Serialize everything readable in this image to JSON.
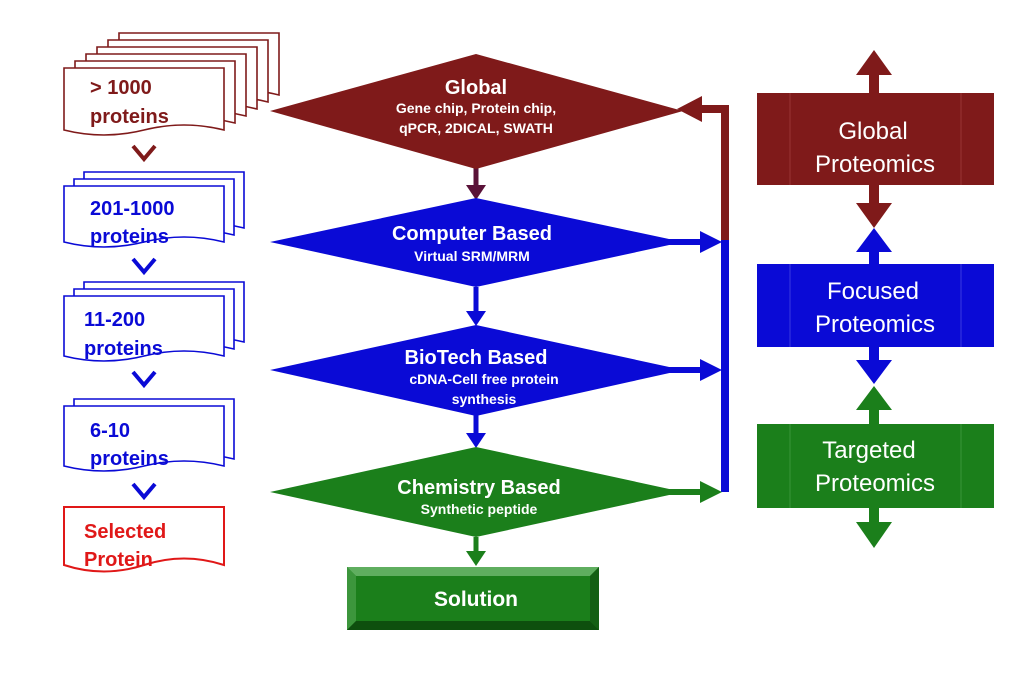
{
  "colors": {
    "global": "#7f1a1a",
    "focused": "#0a0ad6",
    "targeted": "#1b7f1b",
    "selected": "#e01818",
    "white": "#ffffff"
  },
  "stacks": [
    {
      "line1": "> 1000",
      "line2": "proteins",
      "color": "#7f1a1a"
    },
    {
      "line1": "201-1000",
      "line2": "proteins",
      "color": "#0a0ad6"
    },
    {
      "line1": "11-200",
      "line2": "proteins",
      "color": "#0a0ad6"
    },
    {
      "line1": "6-10",
      "line2": "proteins",
      "color": "#0a0ad6"
    },
    {
      "line1": "Selected",
      "line2": "Protein",
      "color": "#e01818"
    }
  ],
  "diamonds": [
    {
      "title": "Global",
      "sub": [
        "Gene chip, Protein chip,",
        "qPCR,  2DICAL, SWATH"
      ],
      "color": "#7f1a1a"
    },
    {
      "title": "Computer Based",
      "sub": [
        "Virtual SRM/MRM"
      ],
      "color": "#0a0ad6"
    },
    {
      "title": "BioTech Based",
      "sub": [
        "cDNA-Cell free protein",
        "synthesis"
      ],
      "color": "#0a0ad6"
    },
    {
      "title": "Chemistry Based",
      "sub": [
        "Synthetic peptide"
      ],
      "color": "#1b7f1b"
    }
  ],
  "solution": {
    "label": "Solution",
    "color": "#1b7f1b"
  },
  "proteomics": [
    {
      "line1": "Global",
      "line2": "Proteomics",
      "color": "#7f1a1a"
    },
    {
      "line1": "Focused",
      "line2": "Proteomics",
      "color": "#0a0ad6"
    },
    {
      "line1": "Targeted",
      "line2": "Proteomics",
      "color": "#1b7f1b"
    }
  ]
}
